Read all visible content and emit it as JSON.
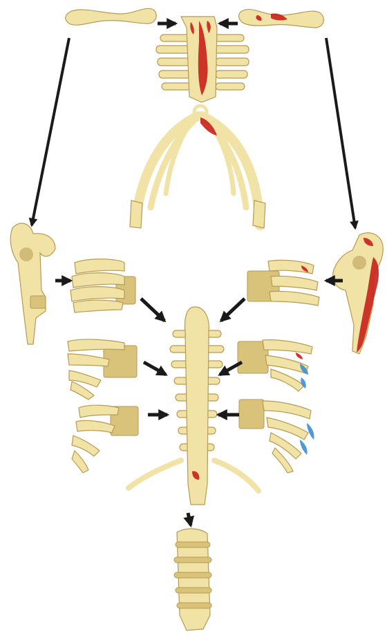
{
  "diagram": {
    "subject": "skeleton-torso-assembly",
    "colors": {
      "background": "#ffffff",
      "bone": "#f1e2a6",
      "bone_shade": "#d9c27a",
      "bone_dark": "#b79a52",
      "muscle_red": "#c8211b",
      "vessel_blue": "#3c8fd1",
      "arrow": "#1a1a1a"
    },
    "parts": [
      {
        "id": "left-clavicle",
        "icon": "clavicle-bone"
      },
      {
        "id": "right-clavicle",
        "icon": "clavicle-bone"
      },
      {
        "id": "sternum",
        "icon": "sternum-bone"
      },
      {
        "id": "rib-arch",
        "icon": "rib-cage-bone"
      },
      {
        "id": "left-scapula",
        "icon": "scapula-bone"
      },
      {
        "id": "right-scapula",
        "icon": "scapula-bone"
      },
      {
        "id": "left-rib-block-upper",
        "icon": "rib-segment"
      },
      {
        "id": "left-rib-block-middle",
        "icon": "rib-segment"
      },
      {
        "id": "left-rib-block-lower",
        "icon": "rib-segment"
      },
      {
        "id": "right-rib-block-upper",
        "icon": "rib-segment"
      },
      {
        "id": "right-rib-block-middle",
        "icon": "rib-segment"
      },
      {
        "id": "right-rib-block-lower",
        "icon": "rib-segment"
      },
      {
        "id": "thoracic-spine",
        "icon": "spine-bone"
      },
      {
        "id": "lumbar-spine",
        "icon": "vertebra-stack"
      }
    ],
    "arrows": [
      {
        "from": "left-clavicle",
        "to": "sternum"
      },
      {
        "from": "right-clavicle",
        "to": "sternum"
      },
      {
        "from": "left-clavicle",
        "to": "left-scapula"
      },
      {
        "from": "right-clavicle",
        "to": "right-scapula"
      },
      {
        "from": "left-scapula",
        "to": "left-rib-block-upper"
      },
      {
        "from": "right-scapula",
        "to": "right-rib-block-upper"
      },
      {
        "from": "left-rib-block-upper",
        "to": "thoracic-spine"
      },
      {
        "from": "right-rib-block-upper",
        "to": "thoracic-spine"
      },
      {
        "from": "left-rib-block-middle",
        "to": "thoracic-spine"
      },
      {
        "from": "right-rib-block-middle",
        "to": "thoracic-spine"
      },
      {
        "from": "left-rib-block-lower",
        "to": "thoracic-spine"
      },
      {
        "from": "right-rib-block-lower",
        "to": "thoracic-spine"
      },
      {
        "from": "thoracic-spine",
        "to": "lumbar-spine"
      }
    ]
  }
}
